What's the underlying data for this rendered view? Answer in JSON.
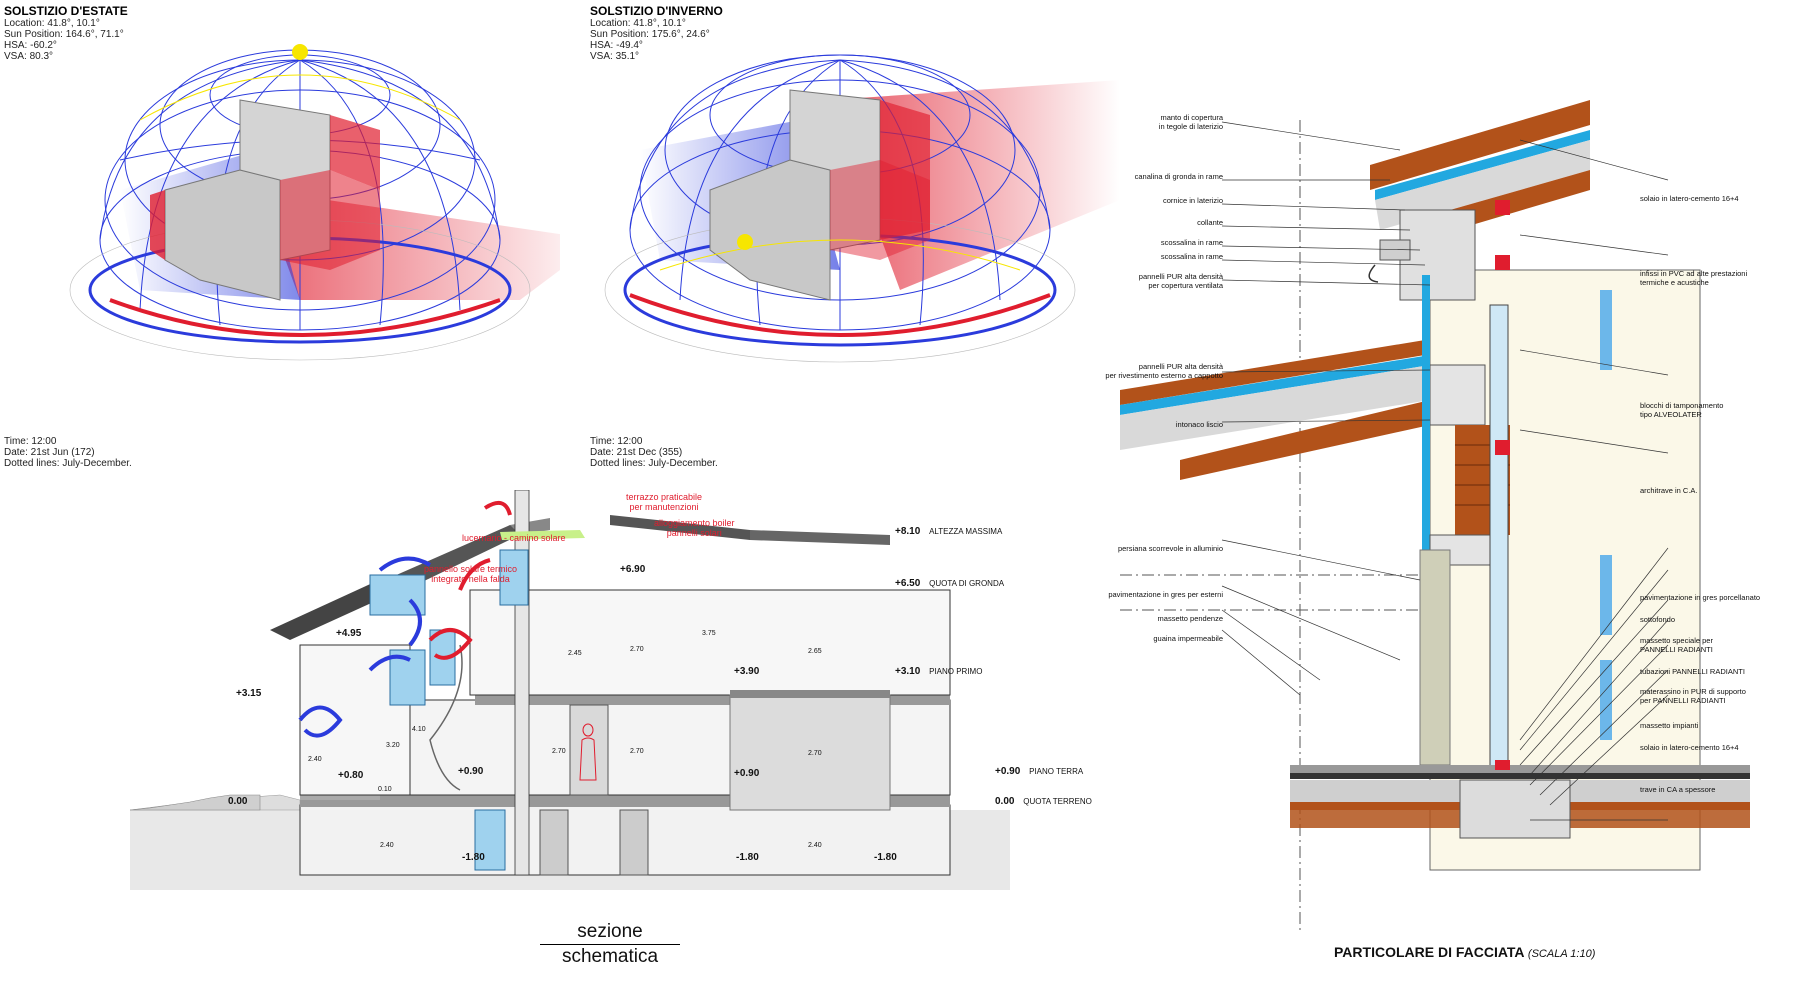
{
  "summer": {
    "title": "SOLSTIZIO D'ESTATE",
    "info": [
      "Location: 41.8°, 10.1°",
      "Sun Position: 164.6°, 71.1°",
      "HSA: -60.2°",
      "VSA: 80.3°"
    ],
    "foot": [
      "Time: 12:00",
      "Date: 21st Jun (172)",
      "Dotted lines: July-December."
    ]
  },
  "winter": {
    "title": "SOLSTIZIO D'INVERNO",
    "info": [
      "Location: 41.8°, 10.1°",
      "Sun Position: 175.6°, 24.6°",
      "HSA: -49.4°",
      "VSA: 35.1°"
    ],
    "foot": [
      "Time: 12:00",
      "Date: 21st Dec (355)",
      "Dotted lines: July-December."
    ]
  },
  "section": {
    "title_line1": "sezione",
    "title_line2": "schematica",
    "levels": {
      "l810": "+8.10",
      "l810_lbl": "ALTEZZA MASSIMA",
      "l650": "+6.50",
      "l650_lbl": "QUOTA DI GRONDA",
      "l310": "+3.10",
      "l310_lbl": "PIANO PRIMO",
      "l090r": "+0.90",
      "l090r_lbl": "PIANO TERRA",
      "l000r": "0.00",
      "l000r_lbl": "QUOTA TERRENO",
      "l495": "+4.95",
      "l315": "+3.15",
      "l000l": "0.00",
      "l080": "+0.80",
      "l090a": "+0.90",
      "l390": "+3.90",
      "l690": "+6.90",
      "l090b": "+0.90",
      "m180a": "-1.80",
      "m180b": "-1.80",
      "m180c": "-1.80"
    },
    "dims": {
      "d240a": "2.40",
      "d320": "3.20",
      "d410": "4.10",
      "d010": "0.10",
      "d245": "2.45",
      "d270a": "2.70",
      "d270b": "2.70",
      "d270c": "2.70",
      "d375": "3.75",
      "d265": "2.65",
      "d270d": "2.70",
      "d240b": "2.40",
      "d240c": "2.40"
    },
    "red_notes": {
      "terrazzo": "terrazzo praticabile",
      "terrazzo2": "per manutenzioni",
      "alloggiamento": "alloggiamento boiler",
      "alloggiamento2": "pannelli solari",
      "lucernario": "lucernario - camino solare",
      "pannello": "pannello solare termico",
      "pannello2": "integrato nella falda"
    }
  },
  "facade": {
    "title": "PARTICOLARE DI FACCIATA",
    "scale": "(SCALA 1:10)",
    "left_labels": [
      "manto di copertura",
      "in tegole di laterizio",
      "canalina di gronda in rame",
      "cornice in laterizio",
      "collante",
      "scossalina in rame",
      "scossalina in rame",
      "pannelli PUR alta densità",
      "per copertura ventilata",
      "pannelli PUR alta densità",
      "per rivestimento esterno a cappotto",
      "intonaco liscio",
      "persiana scorrevole in alluminio",
      "pavimentazione in gres per esterni",
      "massetto pendenze",
      "guaina impermeabile"
    ],
    "right_labels": [
      "solaio in latero-cemento 16+4",
      "infissi in PVC ad alte prestazioni",
      "termiche e acustiche",
      "blocchi di tamponamento",
      "tipo ALVEOLATER",
      "architrave in C.A.",
      "pavimentazione in gres porcellanato",
      "sottofondo",
      "massetto speciale per",
      "PANNELLI RADIANTI",
      "tubazioni PANNELLI RADIANTI",
      "materassino in PUR di supporto",
      "per PANNELLI RADIANTI",
      "massetto impianti",
      "solaio in latero-cemento 16+4",
      "trave in CA a spessore"
    ]
  },
  "colors": {
    "blue": "#2b3bdc",
    "red": "#e01d2e",
    "sun": "#f7e600",
    "wood": "#b2521a",
    "insulation": "#22a8e0"
  }
}
